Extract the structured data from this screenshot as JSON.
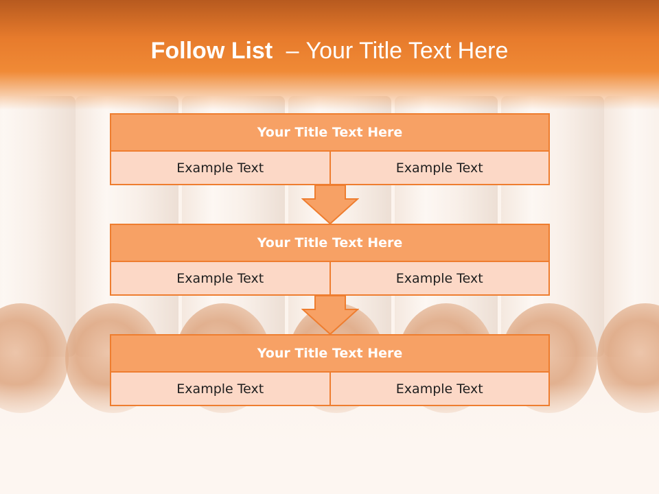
{
  "colors": {
    "accent": "#ee7d2f",
    "box_title_fill": "#f7a165",
    "box_cell_fill": "#fcd8c6",
    "header": "#f08a36"
  },
  "header": {
    "title_bold": "Follow List",
    "title_sep": "–",
    "title_rest": "Your Title Text Here"
  },
  "blocks": [
    {
      "title": "Your Title Text Here",
      "cells": [
        "Example Text",
        "Example Text"
      ]
    },
    {
      "title": "Your Title Text Here",
      "cells": [
        "Example Text",
        "Example Text"
      ]
    },
    {
      "title": "Your Title Text Here",
      "cells": [
        "Example Text",
        "Example Text"
      ]
    }
  ]
}
